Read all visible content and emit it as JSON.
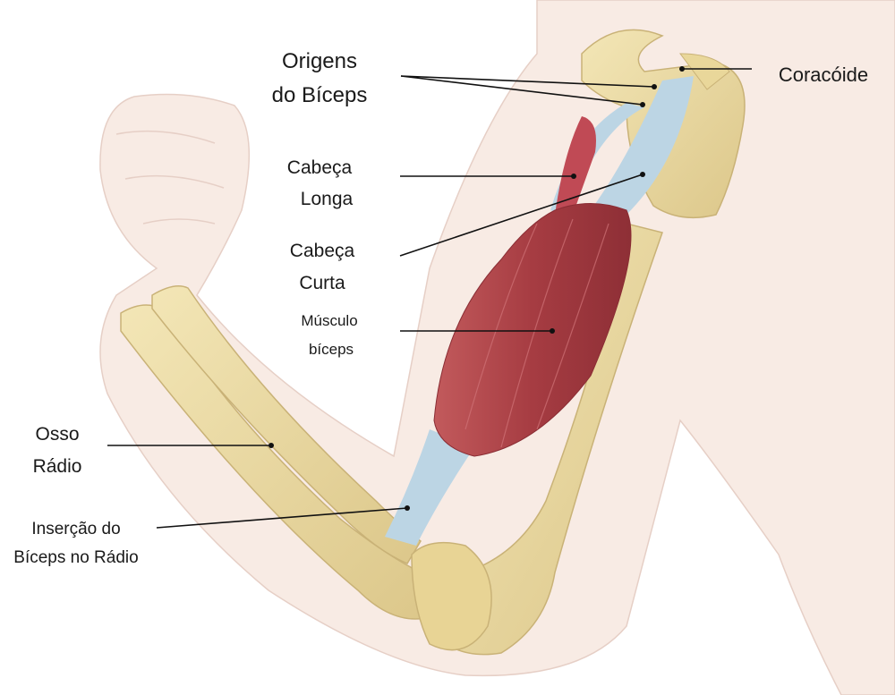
{
  "labels": {
    "origins_line1": "Origens",
    "origins_line2": "do Bíceps",
    "coracoid": "Coracóide",
    "long_head_line1": "Cabeça",
    "long_head_line2": "Longa",
    "short_head_line1": "Cabeça",
    "short_head_line2": "Curta",
    "muscle_line1": "Músculo",
    "muscle_line2": "bíceps",
    "radius_line1": "Osso",
    "radius_line2": "Rádio",
    "insertion_line1": "Inserção do",
    "insertion_line2": "Bíceps no Rádio"
  },
  "colors": {
    "skin": "#f8ebe4",
    "bone": "#ecdca3",
    "muscle": "#b0474b",
    "tendon": "#bcd5e4"
  }
}
